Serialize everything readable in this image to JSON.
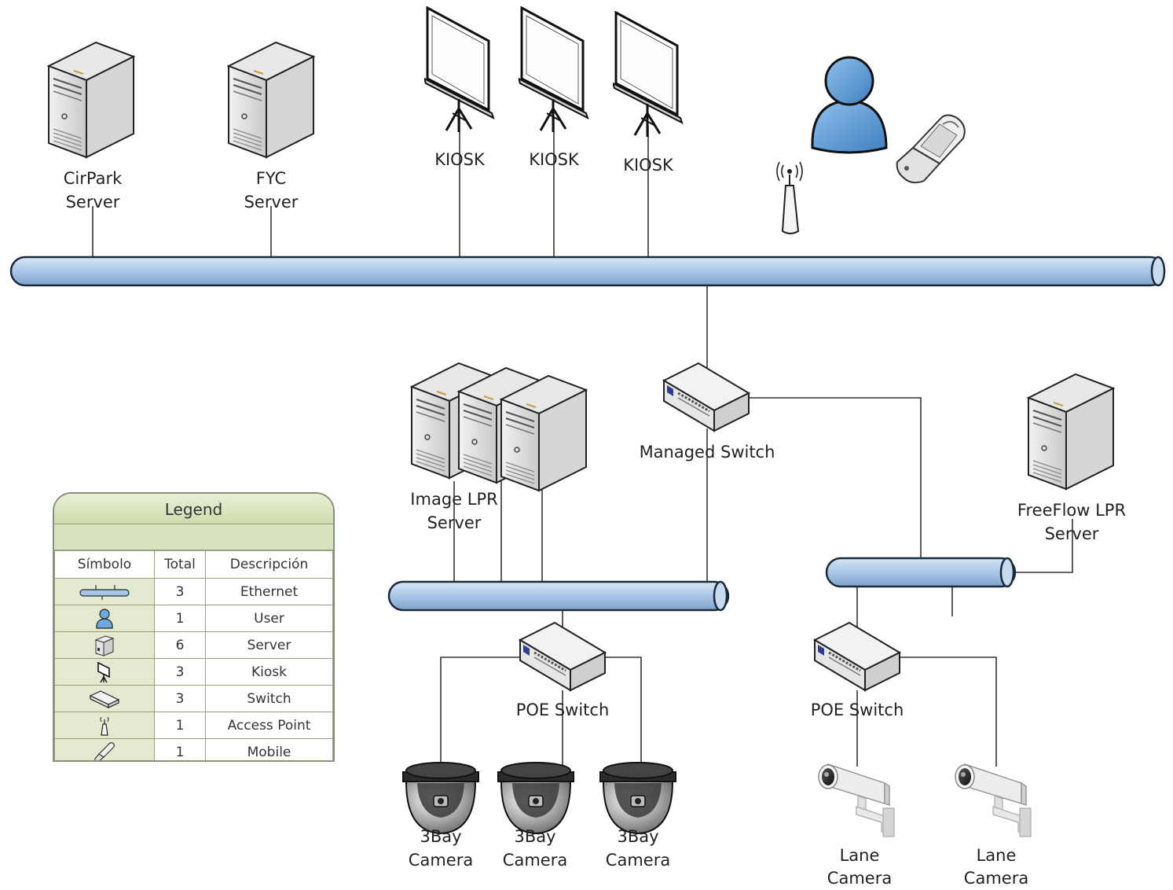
{
  "nodes": {
    "cirpark_server": [
      "CirPark",
      "Server"
    ],
    "fyc_server": [
      "FYC",
      "Server"
    ],
    "kiosk_1": "KIOSK",
    "kiosk_2": "KIOSK",
    "kiosk_3": "KIOSK",
    "managed_switch": "Managed Switch",
    "image_lpr_server": [
      "Image LPR",
      "Server"
    ],
    "freeflow_lpr_server": [
      "FreeFlow LPR",
      "Server"
    ],
    "poe_switch_1": "POE Switch",
    "poe_switch_2": "POE Switch",
    "bay_camera_1": [
      "3Bay",
      "Camera"
    ],
    "bay_camera_2": [
      "3Bay",
      "Camera"
    ],
    "bay_camera_3": [
      "3Bay",
      "Camera"
    ],
    "lane_camera_1": [
      "Lane",
      "Camera"
    ],
    "lane_camera_2": [
      "Lane",
      "Camera"
    ]
  },
  "legend": {
    "title": "Legend",
    "headers": [
      "Símbolo",
      "Total",
      "Descripción"
    ],
    "rows": [
      {
        "icon": "ethernet-icon",
        "total": "3",
        "description": "Ethernet"
      },
      {
        "icon": "user-icon",
        "total": "1",
        "description": "User"
      },
      {
        "icon": "server-icon",
        "total": "6",
        "description": "Server"
      },
      {
        "icon": "kiosk-icon",
        "total": "3",
        "description": "Kiosk"
      },
      {
        "icon": "switch-icon",
        "total": "3",
        "description": "Switch"
      },
      {
        "icon": "access-point-icon",
        "total": "1",
        "description": "Access Point"
      },
      {
        "icon": "mobile-icon",
        "total": "1",
        "description": "Mobile"
      }
    ]
  },
  "colors": {
    "bus_fill": "#a9c6e6",
    "bus_stroke": "#1b2a3a",
    "user_blue": "#5b9bd5",
    "switch_badge": "#2f3d8f",
    "line": "#333333",
    "legend_header": "#d9e3c0"
  }
}
